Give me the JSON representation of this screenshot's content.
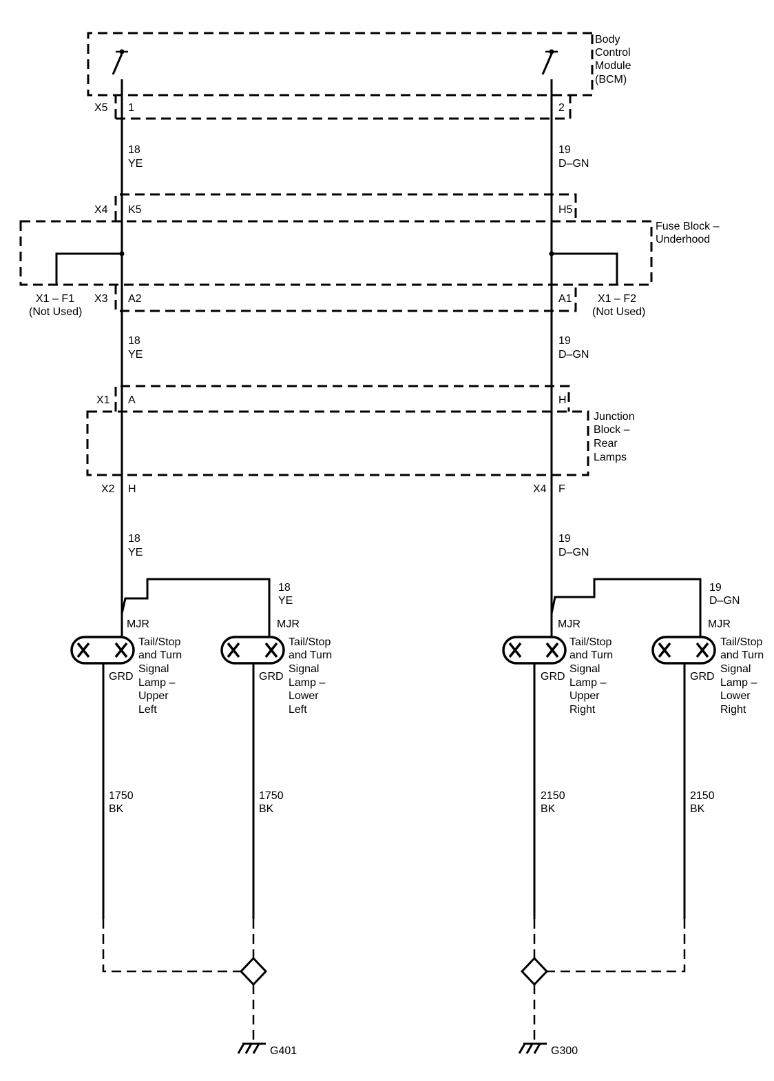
{
  "modules": {
    "bcm": {
      "name_lines": [
        "Body",
        "Control",
        "Module",
        "(BCM)"
      ]
    },
    "fuse_block": {
      "name_lines": [
        "Fuse Block –",
        "Underhood"
      ]
    },
    "junction_block": {
      "name_lines": [
        "Junction",
        "Block –",
        "Rear",
        "Lamps"
      ]
    }
  },
  "connectors": {
    "bcm_conn": "X5",
    "fuse_top_conn": "X4",
    "fuse_bottom_conn": "X3",
    "junction_top_conn": "X1",
    "junction_left_conn": "X2",
    "junction_right_conn": "X4"
  },
  "pins": {
    "bcm_left": "1",
    "bcm_right": "2",
    "fuse_top_left": "K5",
    "fuse_top_right": "H5",
    "fuse_bottom_left": "A2",
    "fuse_bottom_right": "A1",
    "junction_top_left": "A",
    "junction_top_right": "H",
    "junction_bottom_left": "H",
    "junction_bottom_right": "F"
  },
  "fuse_terminals": {
    "left": {
      "label": "X1 – F1",
      "note": "(Not Used)"
    },
    "right": {
      "label": "X1 – F2",
      "note": "(Not Used)"
    }
  },
  "wires": {
    "left_circuit": "18",
    "left_color": "YE",
    "right_circuit": "19",
    "right_color": "D–GN",
    "left_ground_circuit": "1750",
    "right_ground_circuit": "2150",
    "ground_color": "BK"
  },
  "lamp_terminals": {
    "power": "MJR",
    "ground": "GRD"
  },
  "lamps": [
    {
      "name_lines": [
        "Tail/Stop",
        "and Turn",
        "Signal",
        "Lamp –",
        "Upper",
        "Left"
      ]
    },
    {
      "name_lines": [
        "Tail/Stop",
        "and Turn",
        "Signal",
        "Lamp –",
        "Lower",
        "Left"
      ]
    },
    {
      "name_lines": [
        "Tail/Stop",
        "and Turn",
        "Signal",
        "Lamp –",
        "Upper",
        "Right"
      ]
    },
    {
      "name_lines": [
        "Tail/Stop",
        "and Turn",
        "Signal",
        "Lamp –",
        "Lower",
        "Right"
      ]
    }
  ],
  "grounds": {
    "left": "G401",
    "right": "G300"
  }
}
